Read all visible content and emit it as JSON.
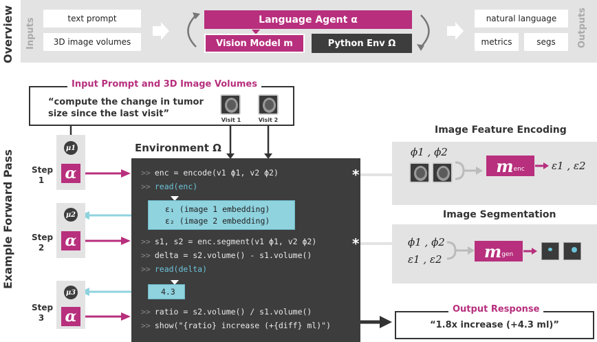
{
  "overview": {
    "title": "Overview",
    "inputs_label": "Inputs",
    "outputs_label": "Outputs",
    "inputs": [
      "text prompt",
      "3D image volumes"
    ],
    "agent": "Language Agent α",
    "vision": "Vision Model m",
    "python": "Python Env Ω",
    "outputs": [
      "natural language",
      "metrics",
      "segs"
    ]
  },
  "forward": {
    "title": "Example Forward Pass",
    "input_title": "Input Prompt and 3D Image Volumes",
    "prompt_text": "“compute the change in tumor size since the last visit”",
    "visits": [
      "Visit 1",
      "Visit 2"
    ],
    "env_title": "Environment Ω",
    "steps": [
      "Step 1",
      "Step 2",
      "Step 3"
    ],
    "mus": [
      "μ1",
      "μ2",
      "μ3"
    ],
    "alpha": "α",
    "code": {
      "l1": "enc = encode(v1 ϕ1, v2 ϕ2)",
      "l2": "read(enc)",
      "emb1": "ε₁ (image 1 embedding)",
      "emb2": "ε₂ (image 2 embedding)",
      "l3": "s1, s2 = enc.segment(v1 ϕ1, v2 ϕ2)",
      "l4": "delta = s2.volume() - s1.volume()",
      "l5": "read(delta)",
      "val": "4.3",
      "l6": "ratio = s2.volume() / s1.volume()",
      "l7": "show(\"{ratio} increase (+{diff} ml)\")"
    },
    "prompt_symbol": ">>",
    "star": "*",
    "output_title": "Output Response",
    "output_text": "“1.8x increase (+4.3 ml)”"
  },
  "encoding": {
    "title": "Image Feature Encoding",
    "phis": "ϕ1 , ϕ2",
    "model": "m",
    "model_sub": "enc",
    "result": "ε1 , ε2"
  },
  "segmentation": {
    "title": "Image Segmentation",
    "phis": "ϕ1 , ϕ2",
    "eps": "ε1 , ε2",
    "model": "m",
    "model_sub": "gen"
  },
  "colors": {
    "magenta": "#b72f7d",
    "dark": "#3d3d3d",
    "cyan": "#8fd3df",
    "panel": "#e3e3e3"
  }
}
